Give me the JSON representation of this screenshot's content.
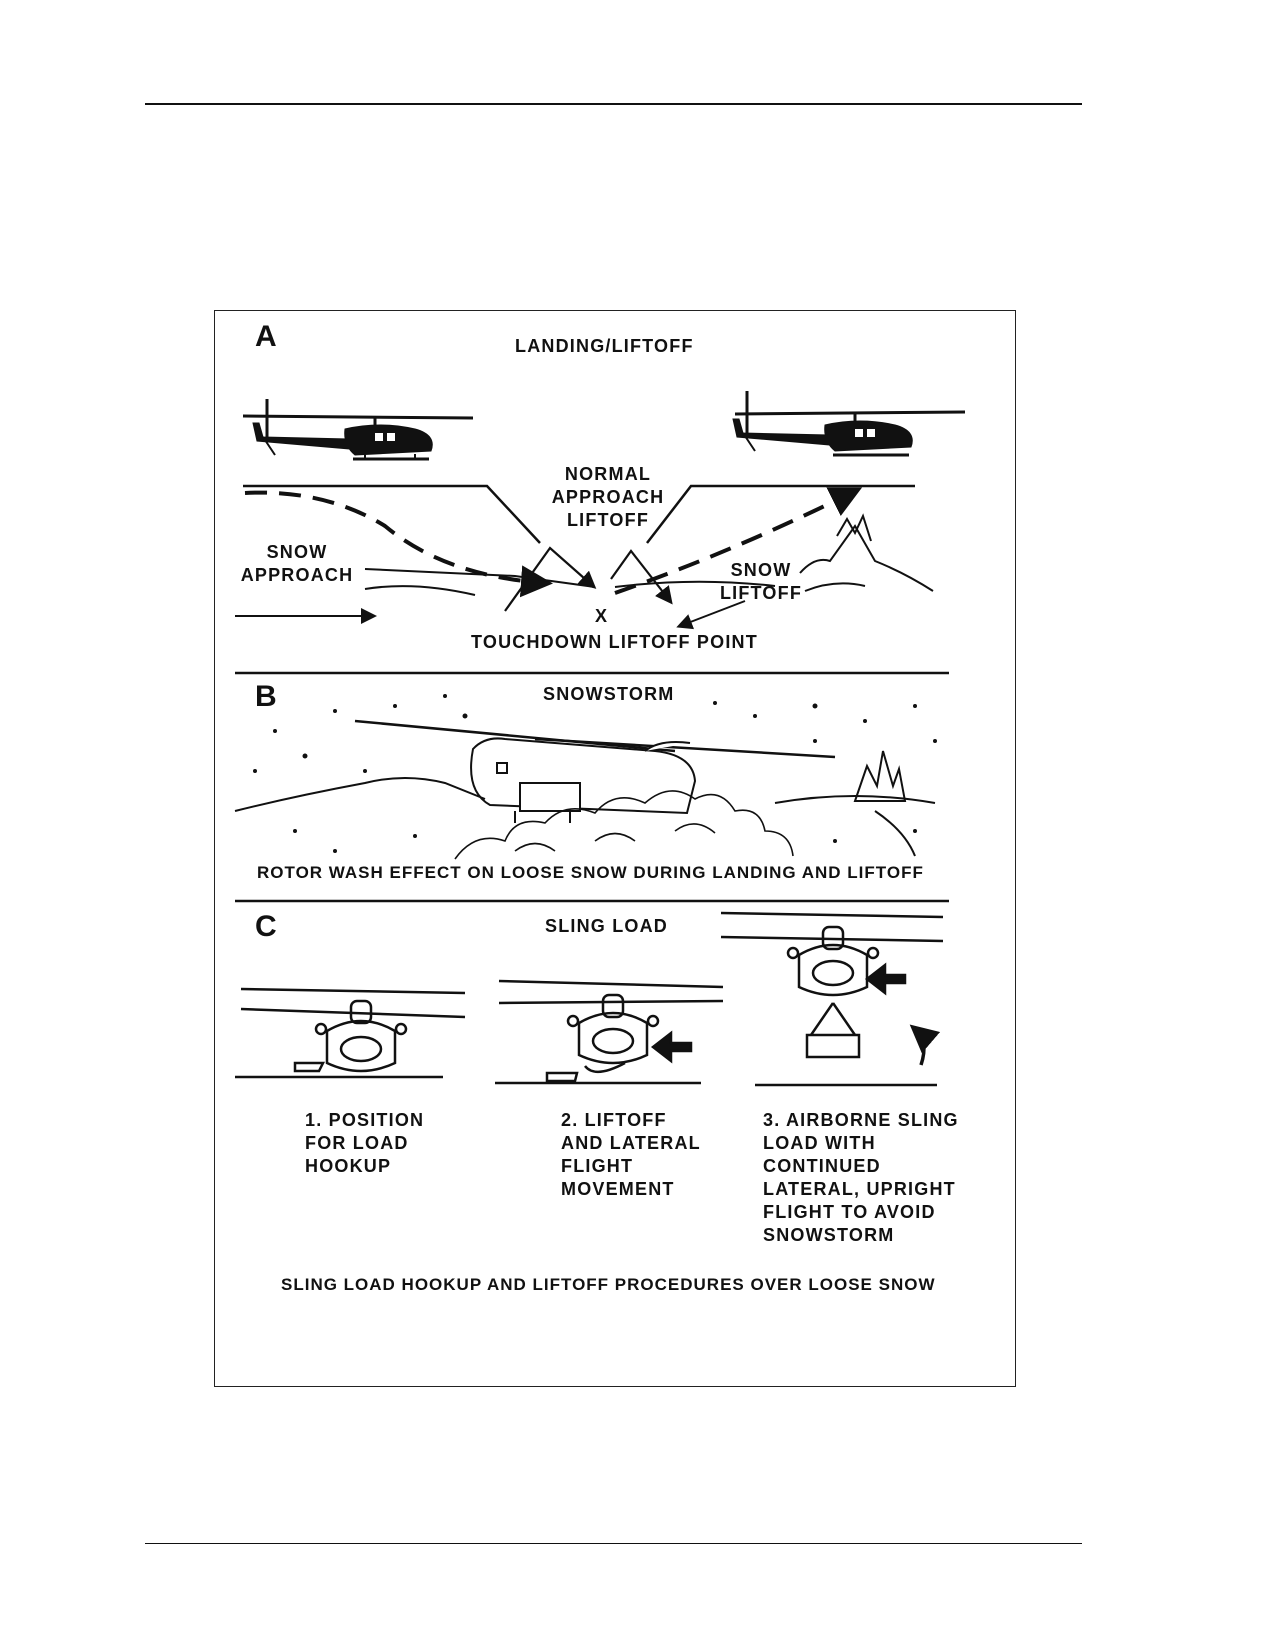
{
  "panel_a": {
    "letter": "A",
    "title": "LANDING/LIFTOFF",
    "normal_label": "NORMAL\nAPPROACH\nLIFTOFF",
    "snow_approach_label": "SNOW\nAPPROACH",
    "snow_liftoff_label": "SNOW\nLIFTOFF",
    "x_mark": "X",
    "touchdown_label": "TOUCHDOWN LIFTOFF POINT"
  },
  "panel_b": {
    "letter": "B",
    "title": "SNOWSTORM",
    "caption": "ROTOR WASH EFFECT ON LOOSE SNOW DURING LANDING AND LIFTOFF"
  },
  "panel_c": {
    "letter": "C",
    "title": "SLING LOAD",
    "steps": [
      "1.  POSITION\nFOR LOAD\nHOOKUP",
      "2.  LIFTOFF\nAND LATERAL\nFLIGHT\nMOVEMENT",
      "3.  AIRBORNE SLING\nLOAD WITH\nCONTINUED\nLATERAL, UPRIGHT\nFLIGHT TO AVOID\nSNOWSTORM"
    ],
    "caption": "SLING LOAD HOOKUP AND LIFTOFF PROCEDURES OVER LOOSE SNOW"
  },
  "colors": {
    "ink": "#111111",
    "paper": "#ffffff"
  }
}
